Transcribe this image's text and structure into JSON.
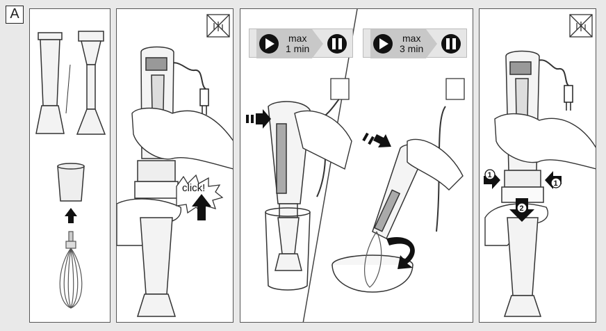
{
  "figure": {
    "label": "A",
    "timers": [
      {
        "line1": "max",
        "line2": "1 min"
      },
      {
        "line1": "max",
        "line2": "3 min"
      }
    ],
    "click_label": "click!",
    "step_numbers": {
      "side_left": "1",
      "side_right": "1",
      "down": "2"
    },
    "icons": [
      "no-water-icon",
      "play-icon",
      "pause-icon",
      "arrow-up-icon",
      "arrow-right-icon",
      "arrow-down-icon",
      "rotation-arrow-icon"
    ]
  }
}
